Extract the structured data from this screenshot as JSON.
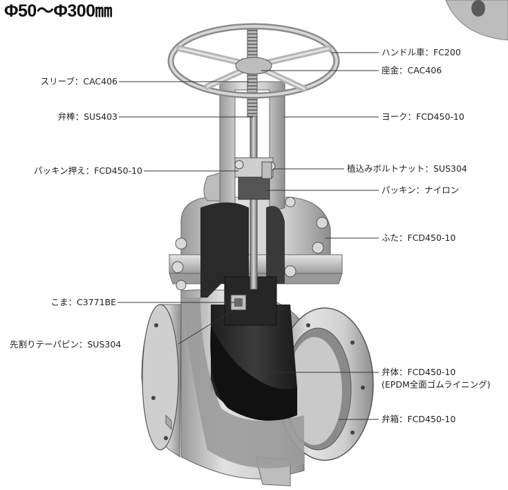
{
  "title": "Φ50〜Φ300㎜",
  "labels": {
    "handle": "ハンドル車：FC200",
    "seat": "座金：CAC406",
    "sleeve": "スリーブ：CAC406",
    "stem": "弁棒：SUS403",
    "yoke": "ヨーク：FCD450-10",
    "gland": "パッキン押え：FCD450-10",
    "stud": "植込みボルトナット：SUS304",
    "packing": "パッキン：ナイロン",
    "bonnet": "ふた：FCD450-10",
    "nut": "こま：C3771BE",
    "pin": "先割りテーパピン：SUS304",
    "disc": "弁体：FCD450-10",
    "disc_note": "(EPDM全面ゴムライニング)",
    "body": "弁箱：FCD450-10"
  }
}
